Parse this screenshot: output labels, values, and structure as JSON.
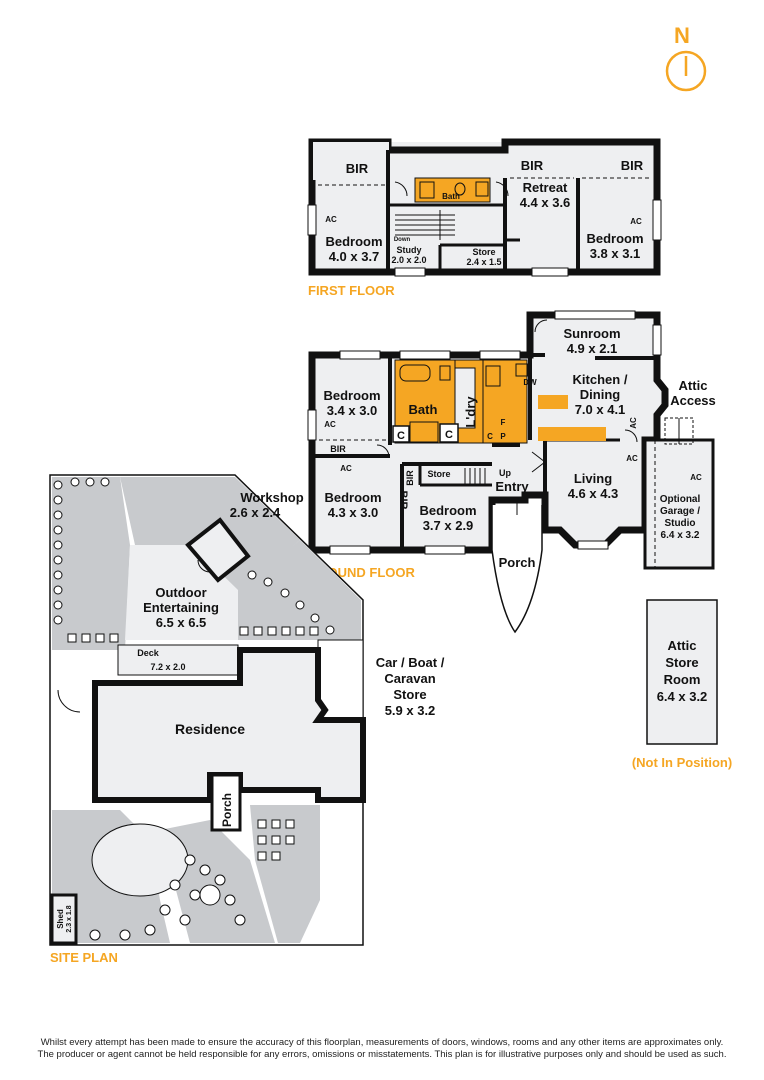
{
  "colors": {
    "accent": "#f5a623",
    "wall": "#111111",
    "floor": "#eeeff1",
    "wet": "#f5a623",
    "garden": "#c8cacd"
  },
  "compass": {
    "letter": "N"
  },
  "sections": {
    "first_floor": "FIRST FLOOR",
    "ground_floor": "GROUND FLOOR",
    "site_plan": "SITE PLAN"
  },
  "first_floor": {
    "bir_left": "BIR",
    "bir_mid": "BIR",
    "bir_right": "BIR",
    "ac_left": "AC",
    "ac_right": "AC",
    "bedroom_left_name": "Bedroom",
    "bedroom_left_dim": "4.0 x 3.7",
    "bath": "Bath",
    "down": "Down",
    "study_name": "Study",
    "study_dim": "2.0 x 2.0",
    "store_name": "Store",
    "store_dim": "2.4 x 1.5",
    "retreat_name": "Retreat",
    "retreat_dim": "4.4 x 3.6",
    "bedroom_right_name": "Bedroom",
    "bedroom_right_dim": "3.8 x 3.1"
  },
  "ground_floor": {
    "bed1_name": "Bedroom",
    "bed1_dim": "3.4 x 3.0",
    "bath": "Bath",
    "ldry": "L'dry",
    "c1": "C",
    "c2": "C",
    "c3": "C",
    "p": "P",
    "f": "F",
    "dw": "DW",
    "ac1": "AC",
    "ac2": "AC",
    "ac3": "AC",
    "ac4": "AC",
    "ac5": "AC",
    "bir1": "BIR",
    "bir2": "BIR",
    "bir3": "BIR",
    "sunroom_name": "Sunroom",
    "sunroom_dim": "4.9 x 2.1",
    "kitchen_name1": "Kitchen /",
    "kitchen_name2": "Dining",
    "kitchen_dim": "7.0 x 4.1",
    "attic_access1": "Attic",
    "attic_access2": "Access",
    "store": "Store",
    "up": "Up",
    "entry": "Entry",
    "bed2_name": "Bedroom",
    "bed2_dim": "4.3 x 3.0",
    "bed3_name": "Bedroom",
    "bed3_dim": "3.7 x 2.9",
    "living_name": "Living",
    "living_dim": "4.6 x 4.3",
    "garage1": "Optional",
    "garage2": "Garage /",
    "garage3": "Studio",
    "garage_dim": "6.4 x 3.2",
    "porch": "Porch"
  },
  "attic_store": {
    "l1": "Attic",
    "l2": "Store",
    "l3": "Room",
    "dim": "6.4 x 3.2",
    "note": "(Not In Position)"
  },
  "site_plan": {
    "workshop_name": "Workshop",
    "workshop_dim": "2.6 x 2.4",
    "outdoor1": "Outdoor",
    "outdoor2": "Entertaining",
    "outdoor_dim": "6.5 x 6.5",
    "deck_name": "Deck",
    "deck_dim": "7.2 x 2.0",
    "carport1": "Car / Boat /",
    "carport2": "Caravan",
    "carport3": "Store",
    "carport_dim": "5.9 x 3.2",
    "residence": "Residence",
    "porch": "Porch",
    "shed_name": "Shed",
    "shed_dim": "2.3 x 1.8"
  },
  "disclaimer": {
    "line1": "Whilst every attempt has been made to ensure the accuracy of this floorplan, measurements of doors, windows, rooms and any other items are approximates only.",
    "line2": "The producer or agent cannot be held responsible for any errors, omissions or misstatements. This plan is for illustrative purposes only and should be used as such."
  }
}
